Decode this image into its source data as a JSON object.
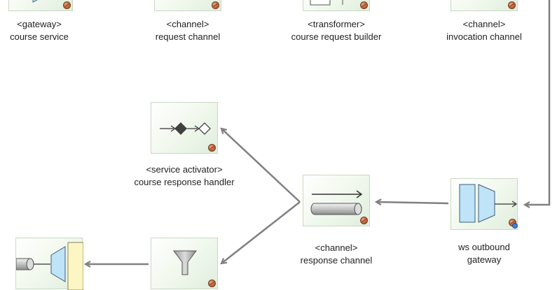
{
  "nodes": {
    "gateway": {
      "stereotype": "<gateway>",
      "name": "course service"
    },
    "request_channel": {
      "stereotype": "<channel>",
      "name": "request channel"
    },
    "transformer": {
      "stereotype": "<transformer>",
      "name": "course request builder"
    },
    "invocation_channel": {
      "stereotype": "<channel>",
      "name": "invocation channel"
    },
    "service_activator": {
      "stereotype": "<service activator>",
      "name": "course response handler"
    },
    "response_channel": {
      "stereotype": "<channel>",
      "name": "response channel"
    },
    "ws_outbound_gateway": {
      "line1": "ws outbound",
      "line2": "gateway"
    }
  },
  "colors": {
    "edge": "#808080",
    "node_border": "#c9d8c3",
    "node_fill": "#dfeedd",
    "component_blue": "#bfe3f7",
    "component_yellow": "#fbf6c4"
  },
  "icons": {
    "gateway": "gateway-icon",
    "request_channel": "channel-icon",
    "transformer": "transformer-icon",
    "invocation_channel": "channel-icon",
    "service_activator": "service-activator-icon",
    "response_channel": "channel-pipe-icon",
    "ws_outbound_gateway": "ws-outbound-gateway-icon",
    "filter": "filter-icon",
    "outbound_adapter": "outbound-adapter-icon"
  }
}
